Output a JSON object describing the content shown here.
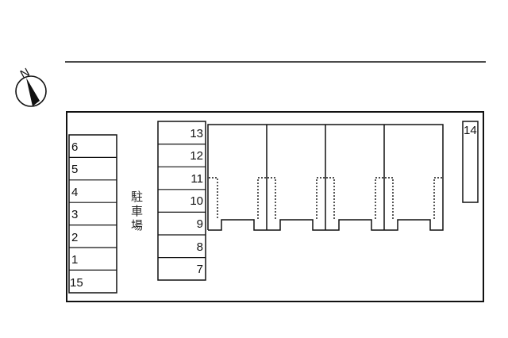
{
  "compass": {
    "label": "N",
    "icon": "north-arrow-icon"
  },
  "parking_area_label": "駐車場",
  "parking_left": {
    "spaces": [
      "6",
      "5",
      "4",
      "3",
      "2",
      "1",
      "15"
    ]
  },
  "parking_middle": {
    "spaces": [
      "13",
      "12",
      "11",
      "10",
      "9",
      "8",
      "7"
    ]
  },
  "parking_right": {
    "spaces": [
      "14"
    ]
  },
  "building": {
    "units": 4
  },
  "colors": {
    "line": "#111111",
    "background": "#ffffff"
  }
}
